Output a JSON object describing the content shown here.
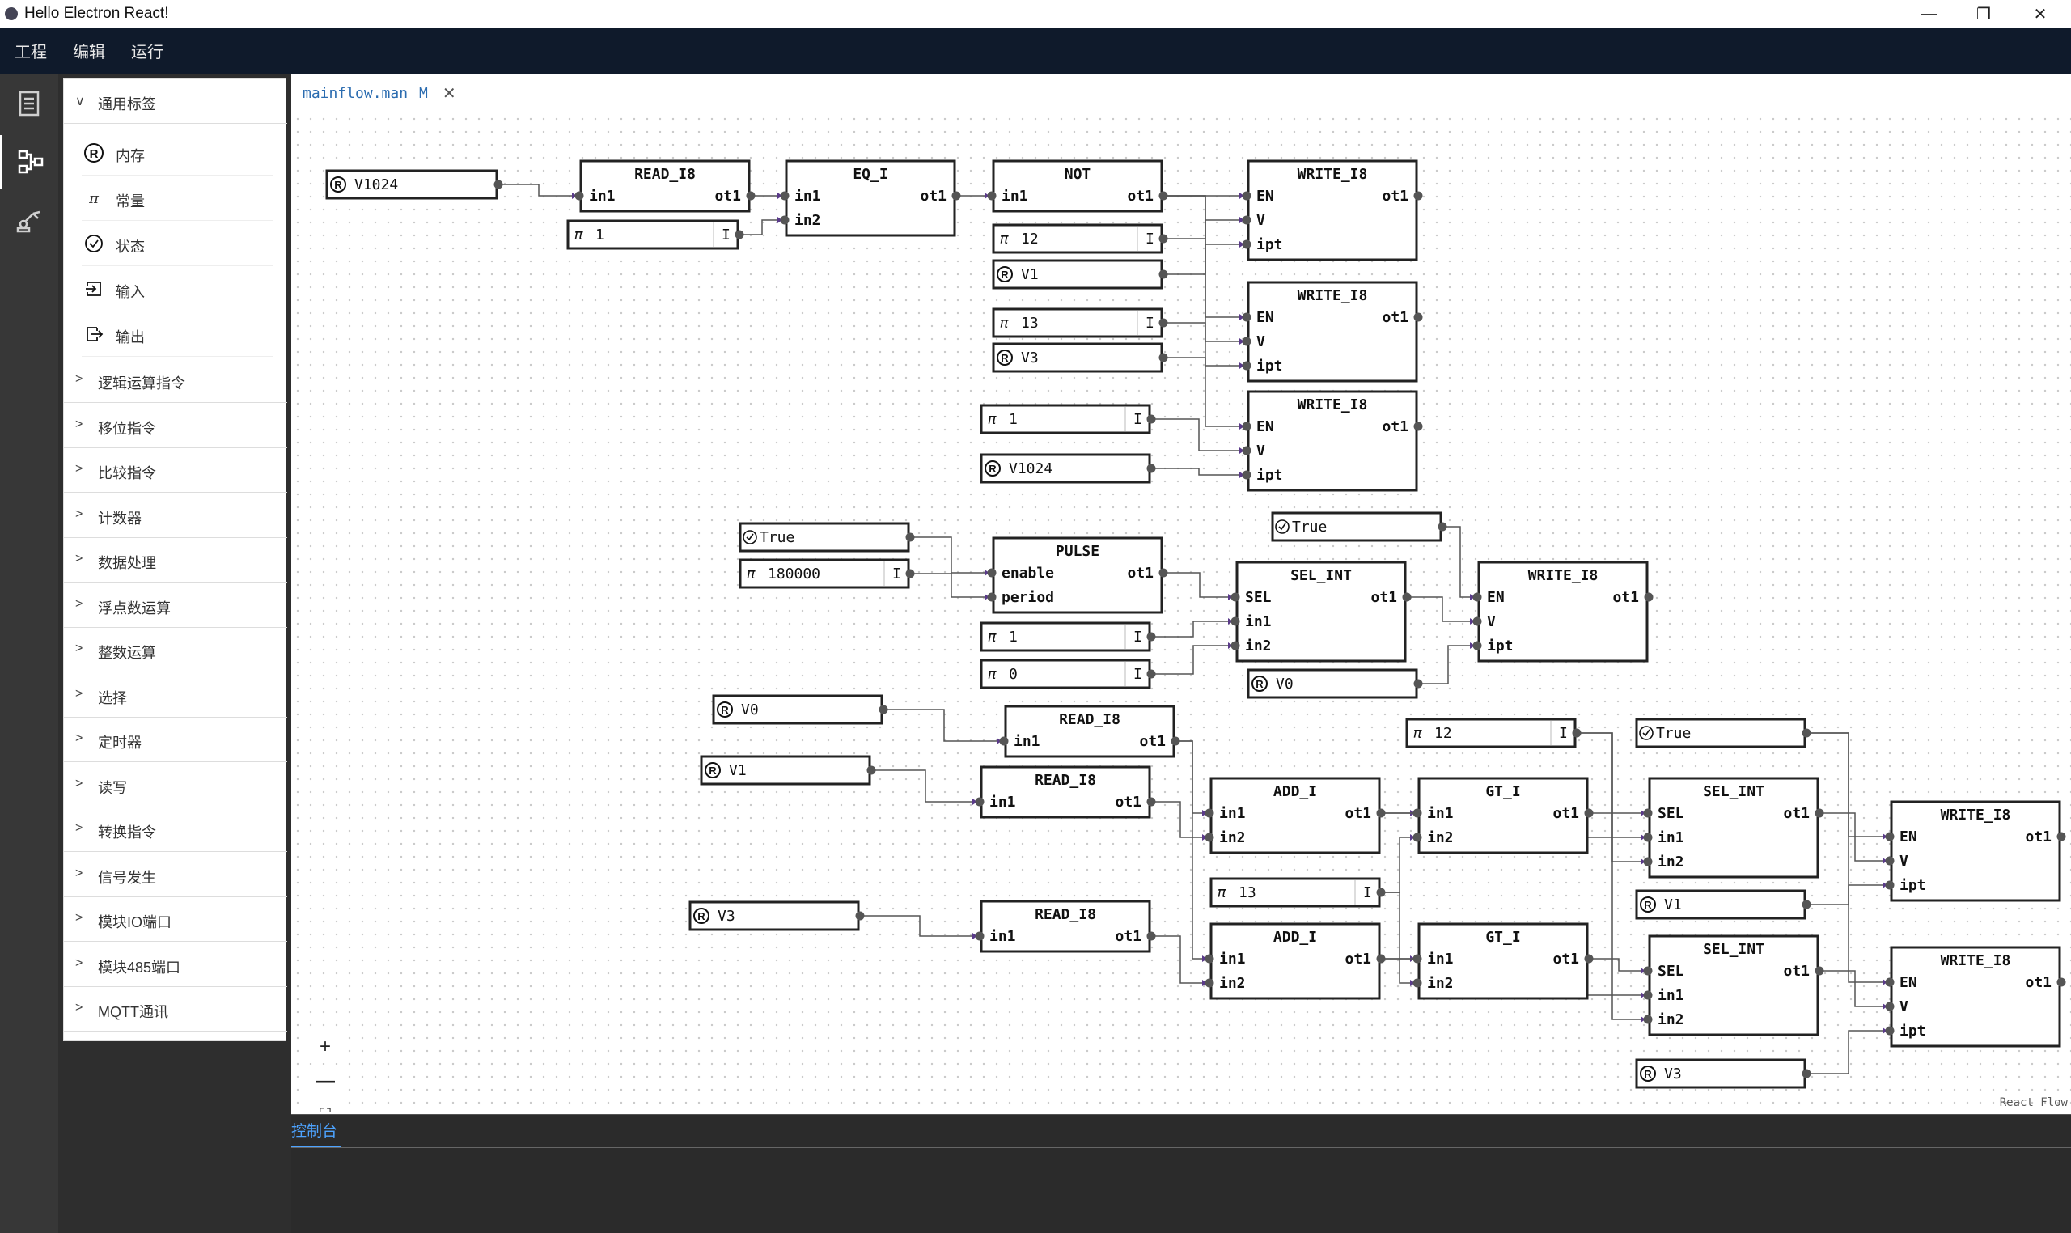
{
  "window": {
    "title": "Hello Electron React!",
    "minimize": "—",
    "maximize": "❐",
    "close": "✕"
  },
  "menu": [
    "工程",
    "编辑",
    "运行"
  ],
  "activity": [
    "file-icon",
    "flow-icon",
    "robot-arm-icon"
  ],
  "sidebar": {
    "general": {
      "label": "通用标签",
      "items": [
        {
          "icon": "®",
          "label": "内存"
        },
        {
          "icon": "π",
          "label": "常量"
        },
        {
          "icon": "✓",
          "label": "状态"
        },
        {
          "icon": "⇥",
          "label": "输入"
        },
        {
          "icon": "⇤",
          "label": "输出"
        }
      ]
    },
    "sections": [
      "逻辑运算指令",
      "移位指令",
      "比较指令",
      "计数器",
      "数据处理",
      "浮点数运算",
      "整数运算",
      "选择",
      "定时器",
      "读写",
      "转换指令",
      "信号发生",
      "模块IO端口",
      "模块485端口",
      "MQTT通讯"
    ]
  },
  "editor": {
    "tab": {
      "name": "mainflow.man",
      "modified": "M",
      "close": "✕"
    },
    "attribution": "React Flow",
    "controls": {
      "zoom_in": "+",
      "zoom_out": "—",
      "fit": "⛶",
      "lock": "🔒"
    }
  },
  "flow": {
    "inputs": [
      {
        "kind": "mem",
        "value": "V1024"
      },
      {
        "kind": "const",
        "value": "1",
        "type": "I"
      },
      {
        "kind": "const",
        "value": "12",
        "type": "I"
      },
      {
        "kind": "mem",
        "value": "V1"
      },
      {
        "kind": "const",
        "value": "13",
        "type": "I"
      },
      {
        "kind": "mem",
        "value": "V3"
      },
      {
        "kind": "const",
        "value": "1",
        "type": "I"
      },
      {
        "kind": "mem",
        "value": "V1024"
      },
      {
        "kind": "state",
        "value": "True"
      },
      {
        "kind": "state",
        "value": "True"
      },
      {
        "kind": "const",
        "value": "180000",
        "type": "I"
      },
      {
        "kind": "const",
        "value": "1",
        "type": "I"
      },
      {
        "kind": "const",
        "value": "0",
        "type": "I"
      },
      {
        "kind": "mem",
        "value": "V0"
      },
      {
        "kind": "mem",
        "value": "V0"
      },
      {
        "kind": "mem",
        "value": "V1"
      },
      {
        "kind": "const",
        "value": "12",
        "type": "I"
      },
      {
        "kind": "state",
        "value": "True"
      },
      {
        "kind": "const",
        "value": "13",
        "type": "I"
      },
      {
        "kind": "mem",
        "value": "V1"
      },
      {
        "kind": "mem",
        "value": "V3"
      },
      {
        "kind": "mem",
        "value": "V3"
      }
    ],
    "blocks": [
      {
        "title": "READ_I8",
        "inputs": [
          "in1"
        ],
        "outputs": [
          "ot1"
        ]
      },
      {
        "title": "EQ_I",
        "inputs": [
          "in1",
          "in2"
        ],
        "outputs": [
          "ot1"
        ]
      },
      {
        "title": "NOT",
        "inputs": [
          "in1"
        ],
        "outputs": [
          "ot1"
        ]
      },
      {
        "title": "WRITE_I8",
        "inputs": [
          "EN",
          "V",
          "ipt"
        ],
        "outputs": [
          "ot1"
        ]
      },
      {
        "title": "WRITE_I8",
        "inputs": [
          "EN",
          "V",
          "ipt"
        ],
        "outputs": [
          "ot1"
        ]
      },
      {
        "title": "WRITE_I8",
        "inputs": [
          "EN",
          "V",
          "ipt"
        ],
        "outputs": [
          "ot1"
        ]
      },
      {
        "title": "PULSE",
        "inputs": [
          "enable",
          "period"
        ],
        "outputs": [
          "ot1"
        ]
      },
      {
        "title": "SEL_INT",
        "inputs": [
          "SEL",
          "in1",
          "in2"
        ],
        "outputs": [
          "ot1"
        ]
      },
      {
        "title": "WRITE_I8",
        "inputs": [
          "EN",
          "V",
          "ipt"
        ],
        "outputs": [
          "ot1"
        ]
      },
      {
        "title": "READ_I8",
        "inputs": [
          "in1"
        ],
        "outputs": [
          "ot1"
        ]
      },
      {
        "title": "READ_I8",
        "inputs": [
          "in1"
        ],
        "outputs": [
          "ot1"
        ]
      },
      {
        "title": "READ_I8",
        "inputs": [
          "in1"
        ],
        "outputs": [
          "ot1"
        ]
      },
      {
        "title": "ADD_I",
        "inputs": [
          "in1",
          "in2"
        ],
        "outputs": [
          "ot1"
        ]
      },
      {
        "title": "ADD_I",
        "inputs": [
          "in1",
          "in2"
        ],
        "outputs": [
          "ot1"
        ]
      },
      {
        "title": "GT_I",
        "inputs": [
          "in1",
          "in2"
        ],
        "outputs": [
          "ot1"
        ]
      },
      {
        "title": "GT_I",
        "inputs": [
          "in1",
          "in2"
        ],
        "outputs": [
          "ot1"
        ]
      },
      {
        "title": "SEL_INT",
        "inputs": [
          "SEL",
          "in1",
          "in2"
        ],
        "outputs": [
          "ot1"
        ]
      },
      {
        "title": "SEL_INT",
        "inputs": [
          "SEL",
          "in1",
          "in2"
        ],
        "outputs": [
          "ot1"
        ]
      },
      {
        "title": "WRITE_I8",
        "inputs": [
          "EN",
          "V",
          "ipt"
        ],
        "outputs": [
          "ot1"
        ]
      },
      {
        "title": "WRITE_I8",
        "inputs": [
          "EN",
          "V",
          "ipt"
        ],
        "outputs": [
          "ot1"
        ]
      }
    ]
  },
  "panel": {
    "tab": "控制台"
  }
}
